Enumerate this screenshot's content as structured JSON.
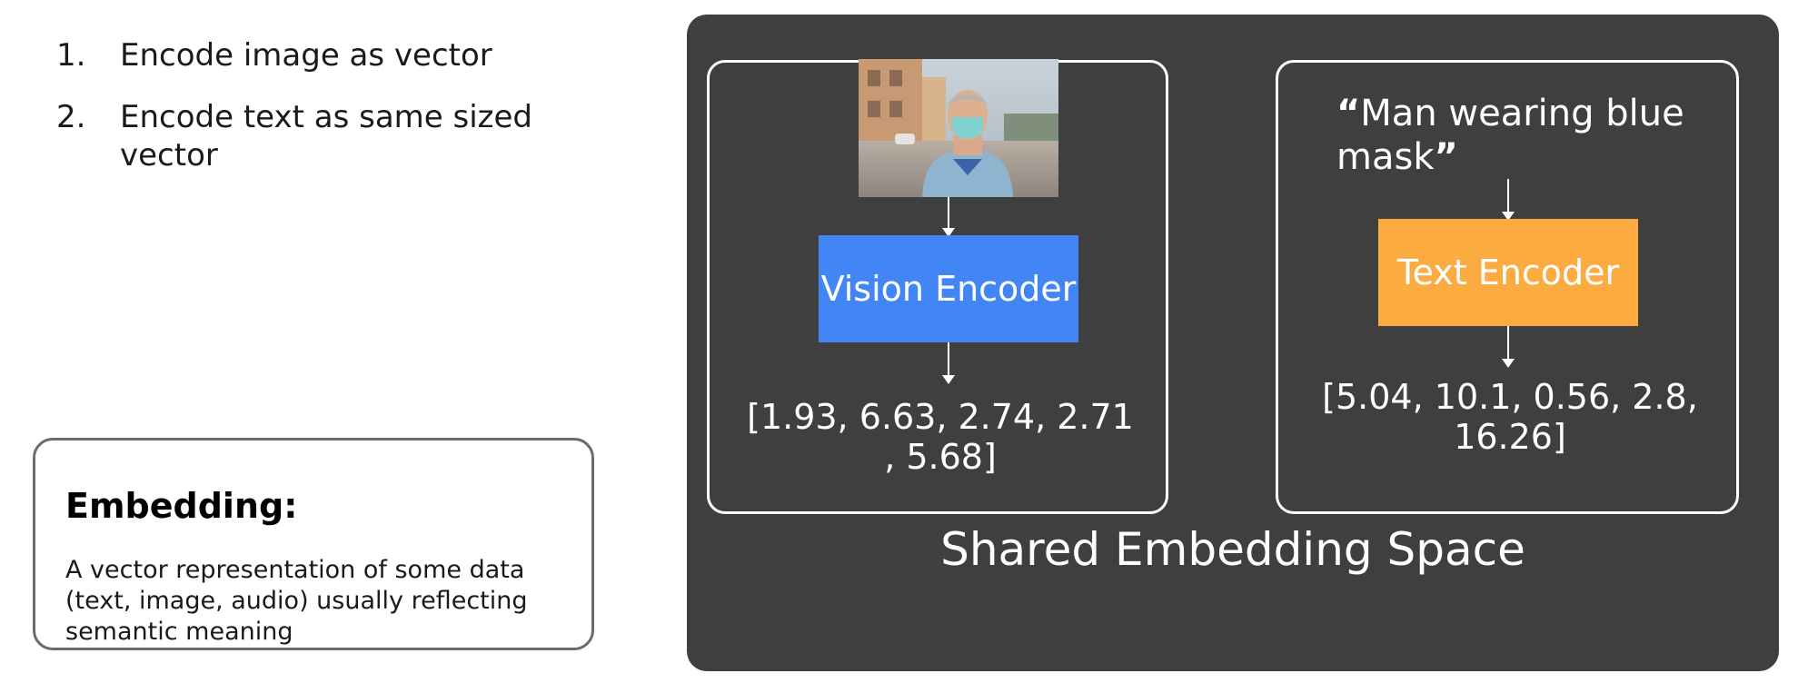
{
  "steps": [
    {
      "number": "1.",
      "text": "Encode image as vector"
    },
    {
      "number": "2.",
      "text": "Encode text as same sized vector"
    }
  ],
  "definition": {
    "title": "Embedding:",
    "text": "A vector representation of some data (text, image, audio) usually reflecting semantic meaning"
  },
  "diagram": {
    "image_branch": {
      "image_description_icon": "photo-man-blue-mask",
      "encoder_label": "Vision Encoder",
      "encoder_color": "#4285f4",
      "vector": "[1.93, 6.63, 2.74, 2.71 , 5.68]"
    },
    "text_branch": {
      "quote_open": "“",
      "quote_text": "Man wearing blue mask",
      "quote_close": "”",
      "encoder_label": "Text Encoder",
      "encoder_color": "#fbab40",
      "vector": "[5.04, 10.1, 0.56, 2.8, 16.26]"
    },
    "space_label": "Shared Embedding Space",
    "panel_color": "#3f3f3f"
  }
}
